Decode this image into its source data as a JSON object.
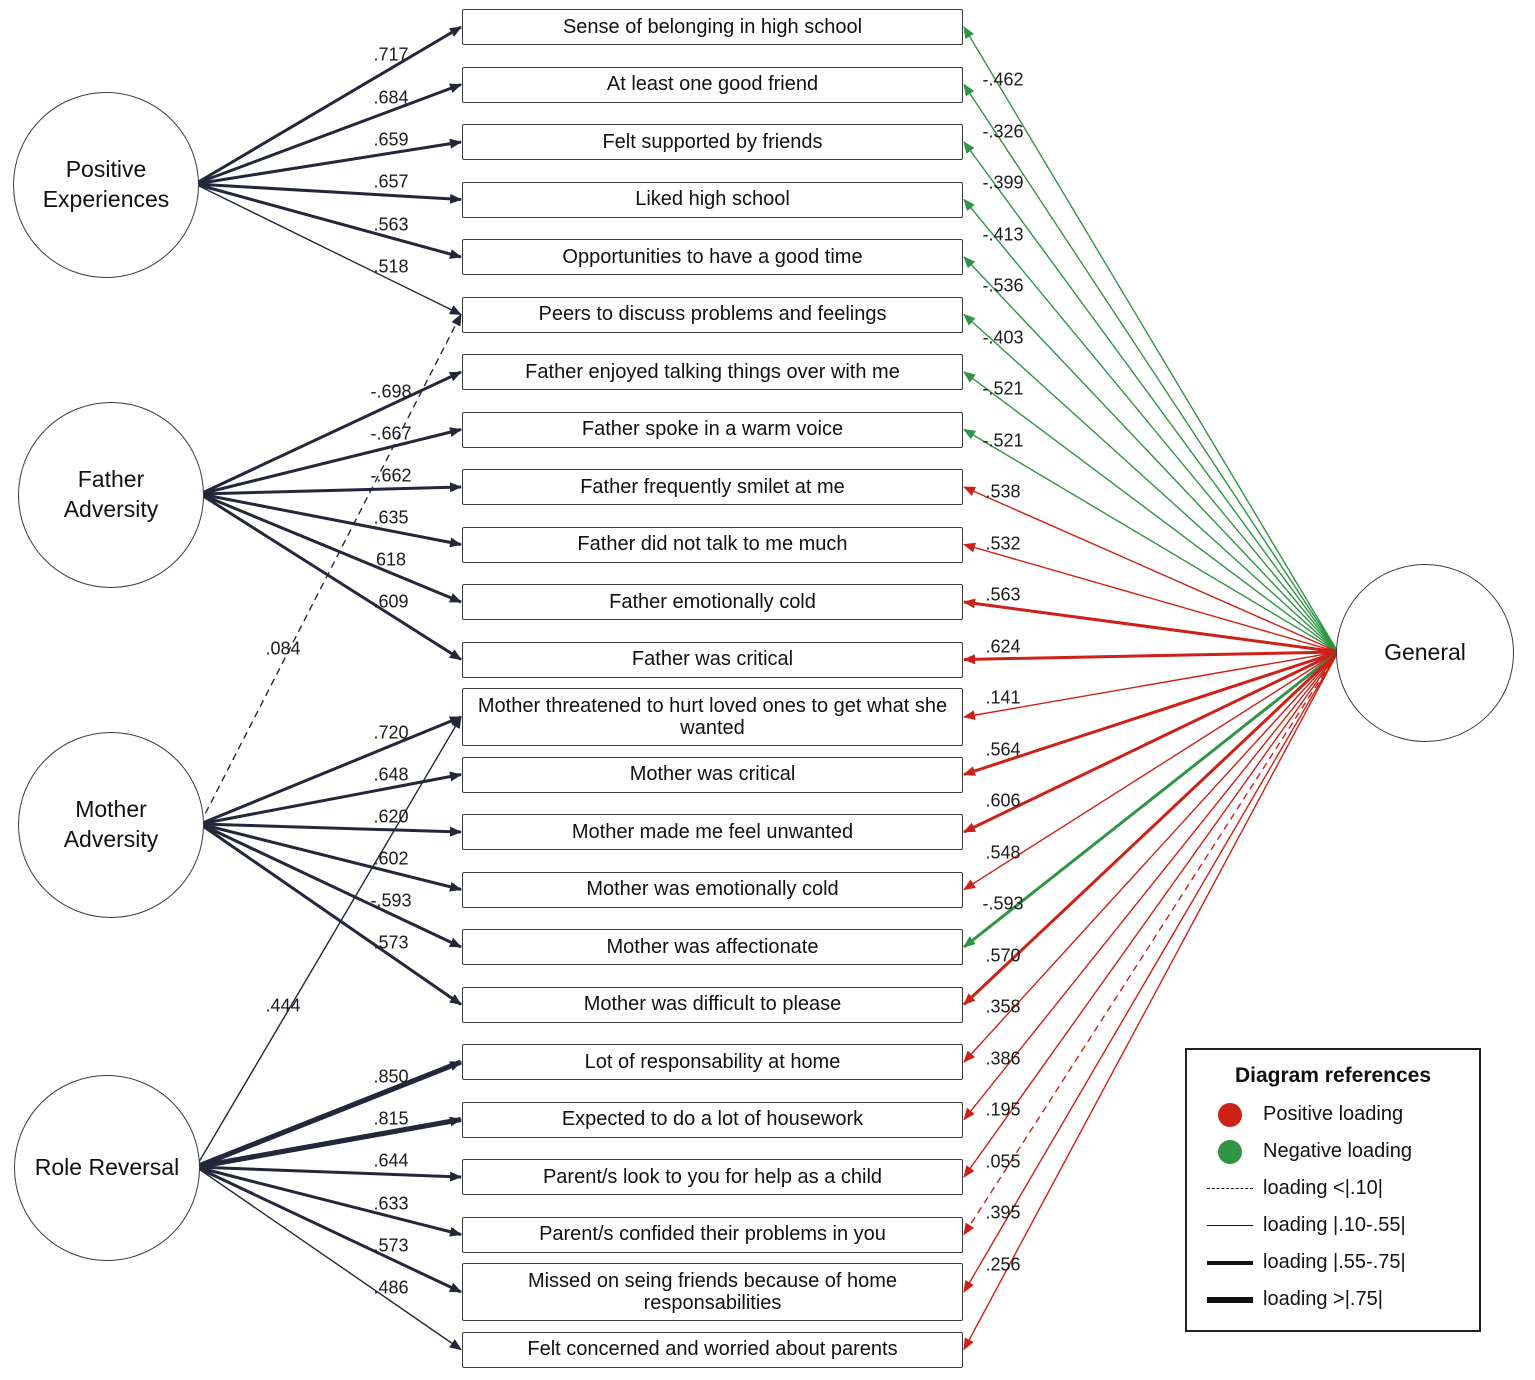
{
  "diagram": {
    "factors": [
      {
        "id": "positive",
        "label": "Positive\nExperiences"
      },
      {
        "id": "father",
        "label": "Father\nAdversity"
      },
      {
        "id": "mother",
        "label": "Mother\nAdversity"
      },
      {
        "id": "role",
        "label": "Role Reversal"
      }
    ],
    "general": {
      "label": "General"
    },
    "indicators": [
      "Sense of belonging in high school",
      "At least one good friend",
      "Felt supported by friends",
      "Liked high school",
      "Opportunities to have a good time",
      "Peers to discuss problems and feelings",
      "Father enjoyed talking things over with me",
      "Father spoke in a warm voice",
      "Father frequently smilet at me",
      "Father did not talk to me much",
      "Father emotionally cold",
      "Father was critical",
      "Mother threatened to hurt loved ones to get what she wanted",
      "Mother was critical",
      "Mother made me feel unwanted",
      "Mother was emotionally cold",
      "Mother was affectionate",
      "Mother was difficult to please",
      "Lot of responsability at home",
      "Expected to do a lot of housework",
      "Parent/s look to you for help as a child",
      "Parent/s confided their problems in you",
      "Missed on seing friends because of home responsabilities",
      "Felt concerned and worried about parents"
    ],
    "factor_loadings": [
      {
        "factor": "positive",
        "indicator": 0,
        "label": ".717",
        "value": 0.717
      },
      {
        "factor": "positive",
        "indicator": 1,
        "label": ".684",
        "value": 0.684
      },
      {
        "factor": "positive",
        "indicator": 2,
        "label": ".659",
        "value": 0.659
      },
      {
        "factor": "positive",
        "indicator": 3,
        "label": ".657",
        "value": 0.657
      },
      {
        "factor": "positive",
        "indicator": 4,
        "label": ".563",
        "value": 0.563
      },
      {
        "factor": "positive",
        "indicator": 5,
        "label": ".518",
        "value": 0.518
      },
      {
        "factor": "father",
        "indicator": 6,
        "label": "-.698",
        "value": -0.698
      },
      {
        "factor": "father",
        "indicator": 7,
        "label": "-.667",
        "value": -0.667
      },
      {
        "factor": "father",
        "indicator": 8,
        "label": "-.662",
        "value": -0.662
      },
      {
        "factor": "father",
        "indicator": 9,
        "label": ".635",
        "value": 0.635
      },
      {
        "factor": "father",
        "indicator": 10,
        "label": "618",
        "value": 0.618
      },
      {
        "factor": "father",
        "indicator": 11,
        "label": ".609",
        "value": 0.609
      },
      {
        "factor": "mother",
        "indicator": 12,
        "label": ".720",
        "value": 0.72
      },
      {
        "factor": "mother",
        "indicator": 13,
        "label": ".648",
        "value": 0.648
      },
      {
        "factor": "mother",
        "indicator": 14,
        "label": ".620",
        "value": 0.62
      },
      {
        "factor": "mother",
        "indicator": 15,
        "label": ".602",
        "value": 0.602
      },
      {
        "factor": "mother",
        "indicator": 16,
        "label": "-.593",
        "value": -0.593
      },
      {
        "factor": "mother",
        "indicator": 17,
        "label": ".573",
        "value": 0.573
      },
      {
        "factor": "role",
        "indicator": 18,
        "label": ".850",
        "value": 0.85
      },
      {
        "factor": "role",
        "indicator": 19,
        "label": ".815",
        "value": 0.815
      },
      {
        "factor": "role",
        "indicator": 20,
        "label": ".644",
        "value": 0.644
      },
      {
        "factor": "role",
        "indicator": 21,
        "label": ".633",
        "value": 0.633
      },
      {
        "factor": "role",
        "indicator": 22,
        "label": ".573",
        "value": 0.573
      },
      {
        "factor": "role",
        "indicator": 23,
        "label": ".486",
        "value": 0.486
      }
    ],
    "cross_loadings": [
      {
        "factor": "mother",
        "indicator": 5,
        "label": ".084",
        "value": 0.084
      },
      {
        "factor": "role",
        "indicator": 12,
        "label": ".444",
        "value": 0.444
      }
    ],
    "general_loadings": [
      {
        "indicator": 0,
        "label": "-.462",
        "value": -0.462
      },
      {
        "indicator": 1,
        "label": "-.326",
        "value": -0.326
      },
      {
        "indicator": 2,
        "label": "-.399",
        "value": -0.399
      },
      {
        "indicator": 3,
        "label": "-.413",
        "value": -0.413
      },
      {
        "indicator": 4,
        "label": "-.536",
        "value": -0.536
      },
      {
        "indicator": 5,
        "label": "-.403",
        "value": -0.403
      },
      {
        "indicator": 6,
        "label": "-.521",
        "value": -0.521
      },
      {
        "indicator": 7,
        "label": "-.521",
        "value": -0.521
      },
      {
        "indicator": 8,
        "label": ".538",
        "value": 0.538
      },
      {
        "indicator": 9,
        "label": ".532",
        "value": 0.532
      },
      {
        "indicator": 10,
        "label": ".563",
        "value": 0.563
      },
      {
        "indicator": 11,
        "label": ".624",
        "value": 0.624
      },
      {
        "indicator": 12,
        "label": ".141",
        "value": 0.141
      },
      {
        "indicator": 13,
        "label": ".564",
        "value": 0.564
      },
      {
        "indicator": 14,
        "label": ".606",
        "value": 0.606
      },
      {
        "indicator": 15,
        "label": ".548",
        "value": 0.548
      },
      {
        "indicator": 16,
        "label": "-.593",
        "value": -0.593
      },
      {
        "indicator": 17,
        "label": ".570",
        "value": 0.57
      },
      {
        "indicator": 18,
        "label": ".358",
        "value": 0.358
      },
      {
        "indicator": 19,
        "label": ".386",
        "value": 0.386
      },
      {
        "indicator": 20,
        "label": ".195",
        "value": 0.195
      },
      {
        "indicator": 21,
        "label": ".055",
        "value": 0.055
      },
      {
        "indicator": 22,
        "label": ".395",
        "value": 0.395
      },
      {
        "indicator": 23,
        "label": ".256",
        "value": 0.256
      }
    ],
    "legend": {
      "title": "Diagram references",
      "items": [
        {
          "type": "dot-positive",
          "label": "Positive loading"
        },
        {
          "type": "dot-negative",
          "label": "Negative loading"
        },
        {
          "type": "line-dashed",
          "label": "loading <|.10|"
        },
        {
          "type": "line-thin",
          "label": "loading |.10-.55|"
        },
        {
          "type": "line-medium",
          "label": "loading |.55-.75|"
        },
        {
          "type": "line-thick",
          "label": "loading >|.75|"
        }
      ]
    },
    "colors": {
      "positive": "#cd2016",
      "negative": "#2f9443",
      "structure": "#23273a"
    }
  }
}
